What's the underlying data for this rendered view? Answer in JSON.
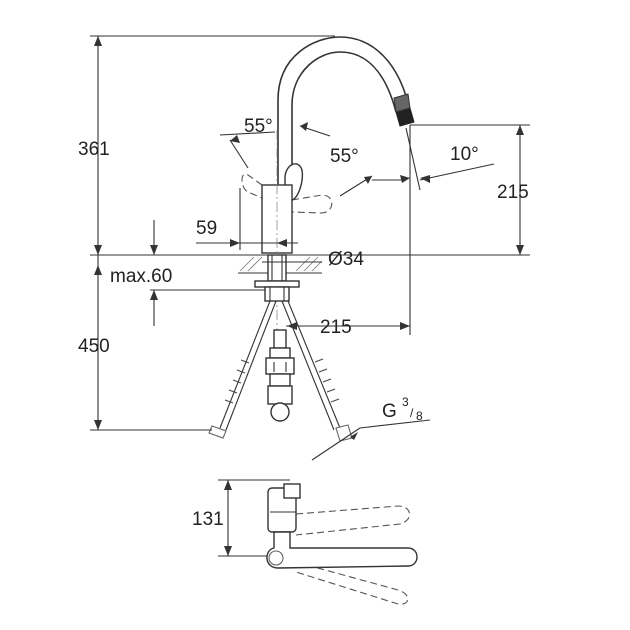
{
  "dimensions": {
    "total_height": "361",
    "below_counter": "450",
    "lever_angle_left": "55°",
    "lever_angle_right": "55°",
    "spout_tilt": "10°",
    "spout_outlet_height": "215",
    "lever_offset": "59",
    "counter_thickness": "max.60",
    "hole_diameter": "Ø34",
    "spout_reach": "215",
    "connection_thread": "G",
    "thread_num": "3",
    "thread_den": "8",
    "plan_depth": "131"
  }
}
